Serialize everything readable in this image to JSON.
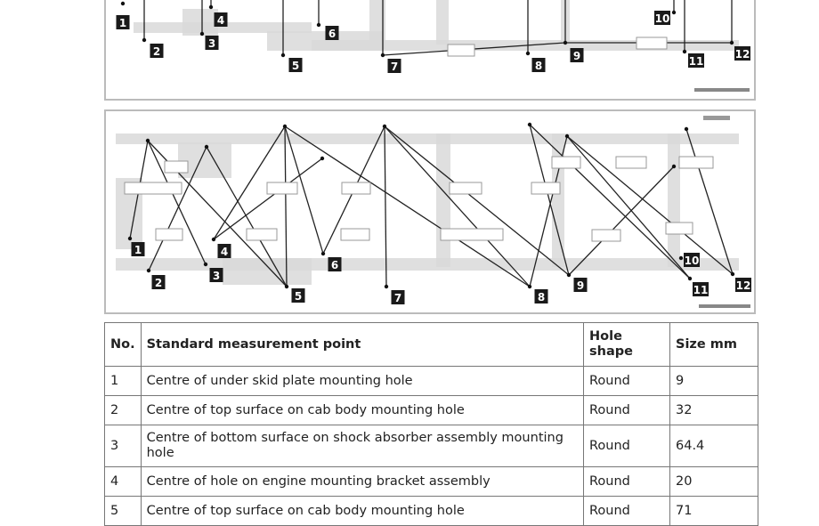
{
  "diagram_top": {
    "markers": [
      "1",
      "2",
      "3",
      "4",
      "5",
      "6",
      "7",
      "8",
      "9",
      "10",
      "11",
      "12"
    ]
  },
  "diagram_bottom": {
    "markers": [
      "1",
      "2",
      "3",
      "4",
      "5",
      "6",
      "7",
      "8",
      "9",
      "10",
      "11",
      "12"
    ]
  },
  "table": {
    "headers": {
      "no": "No.",
      "point": "Standard measurement point",
      "shape": "Hole shape",
      "size": "Size mm"
    },
    "rows": [
      {
        "no": "1",
        "point": "Centre of under skid plate mounting hole",
        "shape": "Round",
        "size": "9"
      },
      {
        "no": "2",
        "point": "Centre of top surface on cab body mounting hole",
        "shape": "Round",
        "size": "32"
      },
      {
        "no": "3",
        "point": "Centre of bottom surface on shock absorber assembly mounting hole",
        "shape": "Round",
        "size": "64.4"
      },
      {
        "no": "4",
        "point": "Centre of hole on engine mounting bracket assembly",
        "shape": "Round",
        "size": "20"
      },
      {
        "no": "5",
        "point": "Centre of top surface on cab body mounting hole",
        "shape": "Round",
        "size": "71"
      }
    ]
  }
}
